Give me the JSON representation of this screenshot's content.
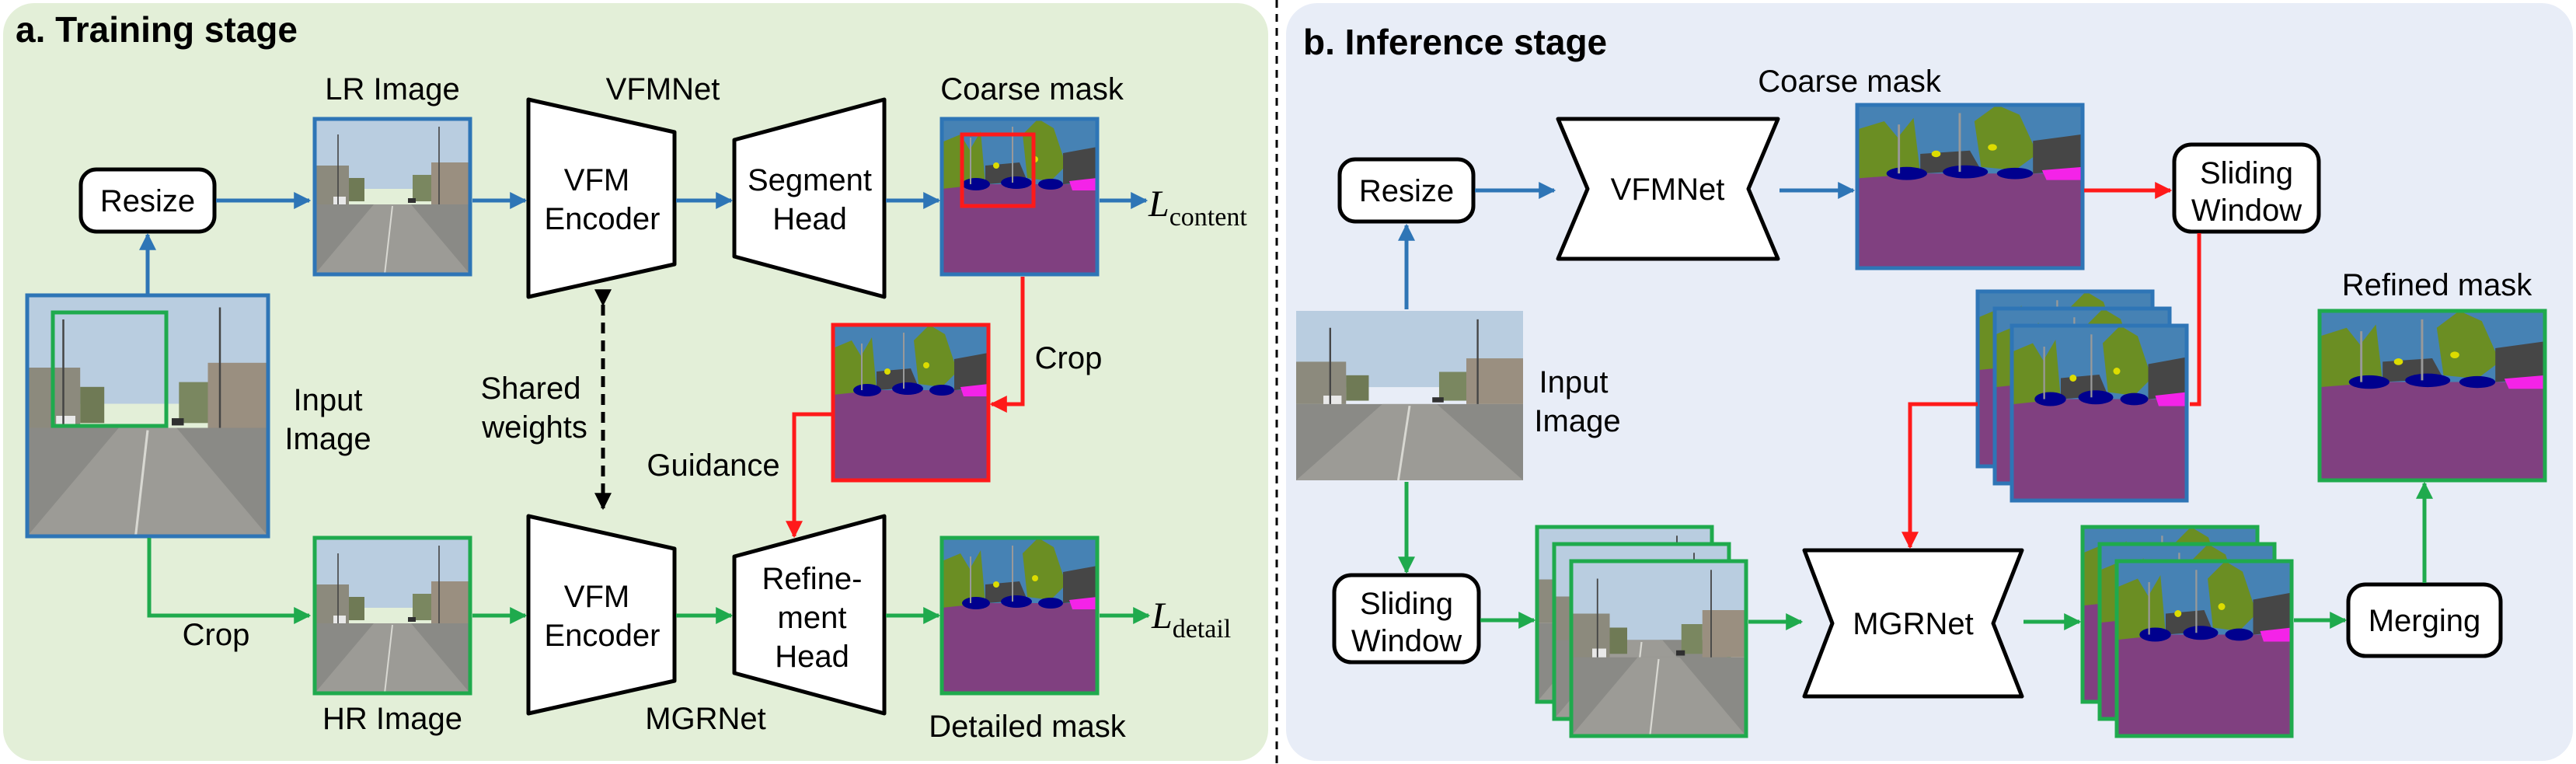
{
  "colors": {
    "training_panel": "#e3efd8",
    "inference_panel": "#e8edf7",
    "blue_arrow": "#2e75b6",
    "green_arrow": "#1faa4d",
    "red_arrow": "#ff1a1a",
    "mask_sky": "#4682b4",
    "mask_road": "#804080",
    "mask_vegetation": "#6b8e23",
    "mask_building": "#464646",
    "mask_car": "#00008e",
    "mask_sidewalk": "#f423e8",
    "mask_sign": "#dcdc00"
  },
  "training": {
    "title": "a. Training stage",
    "resize": "Resize",
    "lr_image": "LR Image",
    "vfmnet": "VFMNet",
    "vfm_encoder_line1": "VFM",
    "vfm_encoder_line2": "Encoder",
    "segment_head_line1": "Segment",
    "segment_head_line2": "Head",
    "coarse_mask": "Coarse mask",
    "l_content_symbol": "L",
    "l_content_sub": "content",
    "input_image_line1": "Input",
    "input_image_line2": "Image",
    "shared_weights_line1": "Shared",
    "shared_weights_line2": "weights",
    "crop_right": "Crop",
    "guidance": "Guidance",
    "crop_bottom": "Crop",
    "hr_image": "HR Image",
    "refine_head_line1": "Refine-",
    "refine_head_line2": "ment",
    "refine_head_line3": "Head",
    "mgrnet": "MGRNet",
    "detailed_mask": "Detailed mask",
    "l_detail_symbol": "L",
    "l_detail_sub": "detail"
  },
  "inference": {
    "title": "b. Inference stage",
    "resize": "Resize",
    "vfmnet": "VFMNet",
    "coarse_mask": "Coarse mask",
    "sliding_window_top_line1": "Sliding",
    "sliding_window_top_line2": "Window",
    "input_image_line1": "Input",
    "input_image_line2": "Image",
    "refined_mask": "Refined mask",
    "sliding_window_bottom_line1": "Sliding",
    "sliding_window_bottom_line2": "Window",
    "mgrnet": "MGRNet",
    "merging": "Merging"
  }
}
